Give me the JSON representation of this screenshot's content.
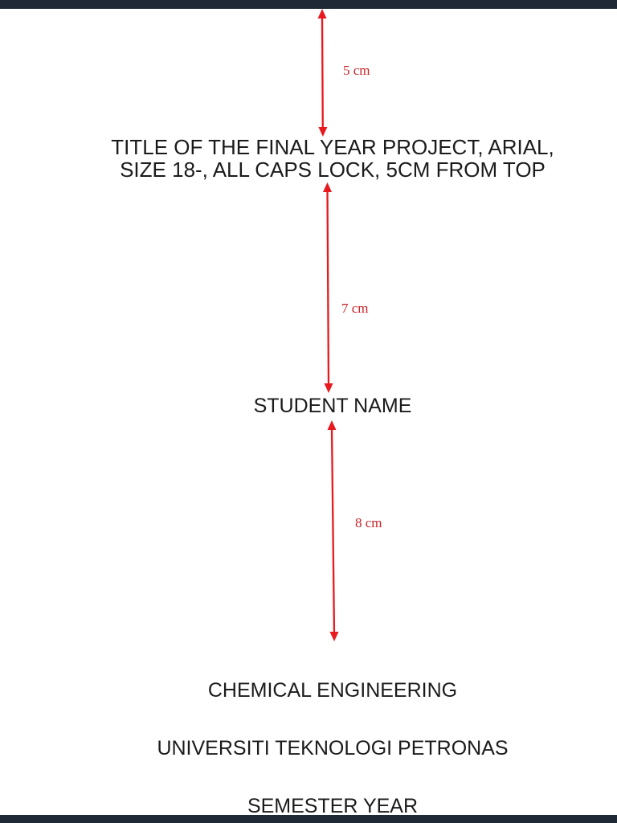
{
  "colors": {
    "page_bg": "#ffffff",
    "edge_bar": "#1e2935",
    "text": "#1b1b1b",
    "arrow": "#e8191f",
    "measure_label": "#cb2127"
  },
  "title": {
    "line1": "TITLE OF THE FINAL YEAR PROJECT, ARIAL,",
    "line2": "SIZE 18-, ALL CAPS LOCK, 5CM FROM TOP"
  },
  "student_name": "STUDENT NAME",
  "footer": {
    "line1": "CHEMICAL ENGINEERING",
    "line2": "UNIVERSITI TEKNOLOGI PETRONAS",
    "line3": "SEMESTER YEAR"
  },
  "measurements": [
    {
      "label": "5 cm"
    },
    {
      "label": "7 cm"
    },
    {
      "label": "8 cm"
    }
  ]
}
